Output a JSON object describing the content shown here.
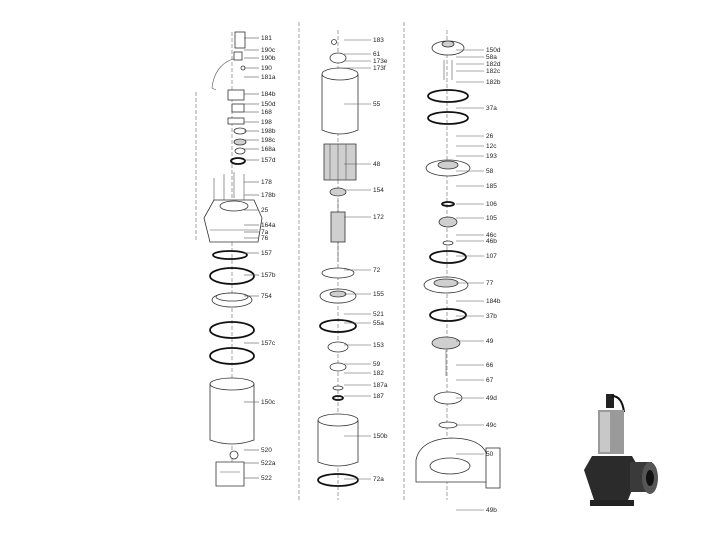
{
  "columns": [
    {
      "id": "col1",
      "labels": [
        "181",
        "190c",
        "190b",
        "190",
        "181a",
        "184b",
        "150d",
        "168",
        "198",
        "198b",
        "198c",
        "168a",
        "157d",
        "178",
        "178b",
        "25",
        "164a",
        "7a",
        "76",
        "157",
        "157b",
        "754",
        "157c",
        "150c",
        "520",
        "522a",
        "522"
      ]
    },
    {
      "id": "col2",
      "labels": [
        "183",
        "61",
        "173e",
        "173f",
        "55",
        "48",
        "154",
        "172",
        "72",
        "155",
        "521",
        "55a",
        "153",
        "59",
        "182",
        "187a",
        "187",
        "150b",
        "72a"
      ]
    },
    {
      "id": "col3",
      "labels": [
        "150d",
        "58a",
        "182d",
        "182c",
        "182b",
        "37a",
        "26",
        "12c",
        "193",
        "58",
        "185",
        "106",
        "105",
        "46c",
        "46b",
        "107",
        "77",
        "184b",
        "37b",
        "49",
        "66",
        "67",
        "49d",
        "49c",
        "50",
        "49b"
      ]
    }
  ],
  "photo": {
    "subject": "assembled submersible pump"
  }
}
